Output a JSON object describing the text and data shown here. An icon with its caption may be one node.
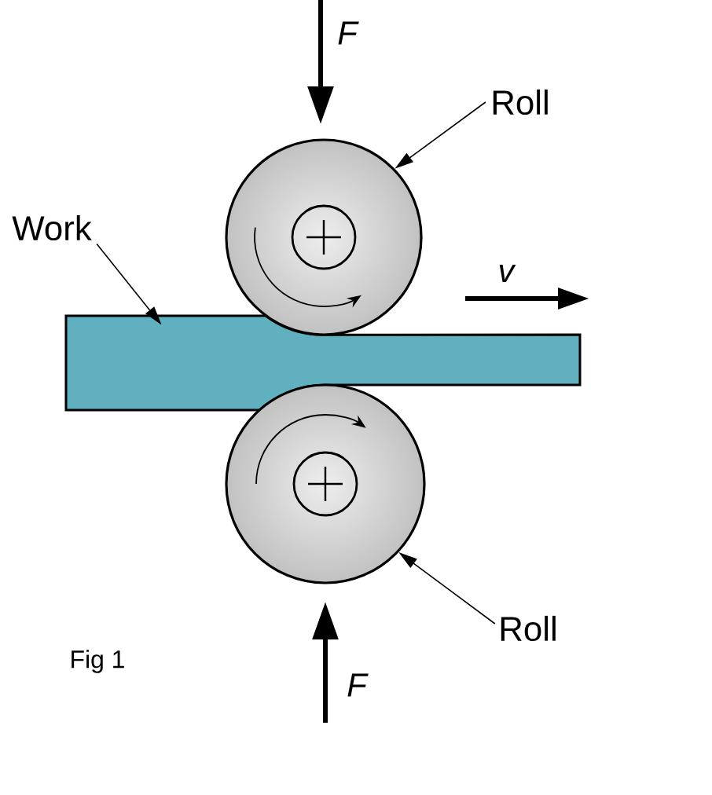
{
  "diagram": {
    "caption": "Fig 1",
    "nodes": [
      {
        "text": [
          "Roll"
        ]
      },
      {
        "text": [],
        "shape": "circle"
      },
      {
        "text": [
          "Work"
        ]
      },
      {
        "text": [],
        "shape": "bar"
      },
      {
        "text": [],
        "shape": "circle"
      },
      {
        "text": [
          "Roll"
        ]
      }
    ],
    "edges": [
      {
        "from": 0,
        "to": 1,
        "arrow": "to"
      },
      {
        "from": 2,
        "to": 3,
        "arrow": "to"
      },
      {
        "from": 5,
        "to": 4,
        "arrow": "to"
      }
    ],
    "labels": [
      "F",
      "v",
      "F"
    ]
  }
}
